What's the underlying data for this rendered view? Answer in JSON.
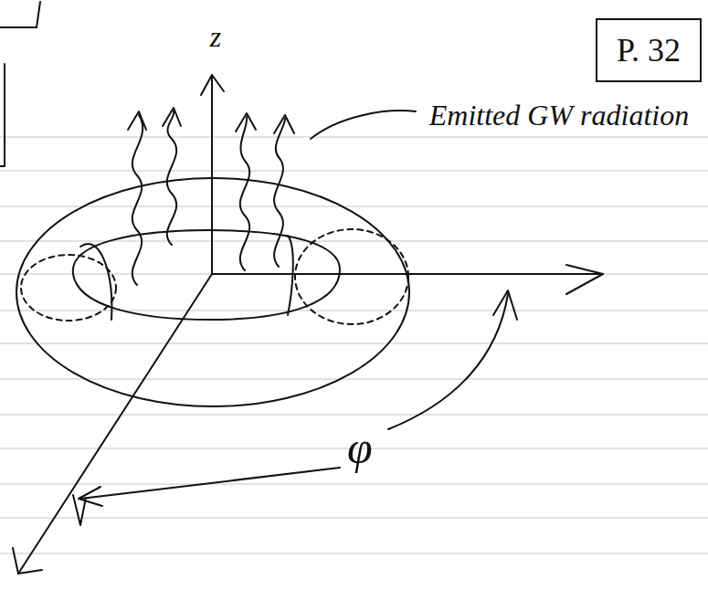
{
  "diagram": {
    "nodes": [
      {
        "text": [
          "P. 32"
        ]
      }
    ],
    "labels": [
      "z",
      "Emitted GW radiation",
      "φ"
    ]
  }
}
